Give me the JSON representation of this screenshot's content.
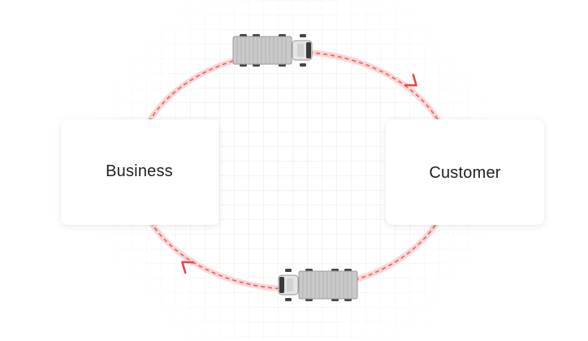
{
  "diagram": {
    "nodes": [
      {
        "id": "business",
        "label": "Business"
      },
      {
        "id": "customer",
        "label": "Customer"
      }
    ],
    "edges": [
      {
        "from": "business",
        "to": "customer",
        "direction": "clockwise",
        "icon": "delivery-truck-icon"
      },
      {
        "from": "customer",
        "to": "business",
        "direction": "clockwise",
        "icon": "delivery-truck-icon"
      }
    ],
    "colors": {
      "loop_glow": "#f9c7c7",
      "loop_dash": "#e5484d",
      "arrow": "#e5484d",
      "grid": "#e9e9e6"
    }
  }
}
